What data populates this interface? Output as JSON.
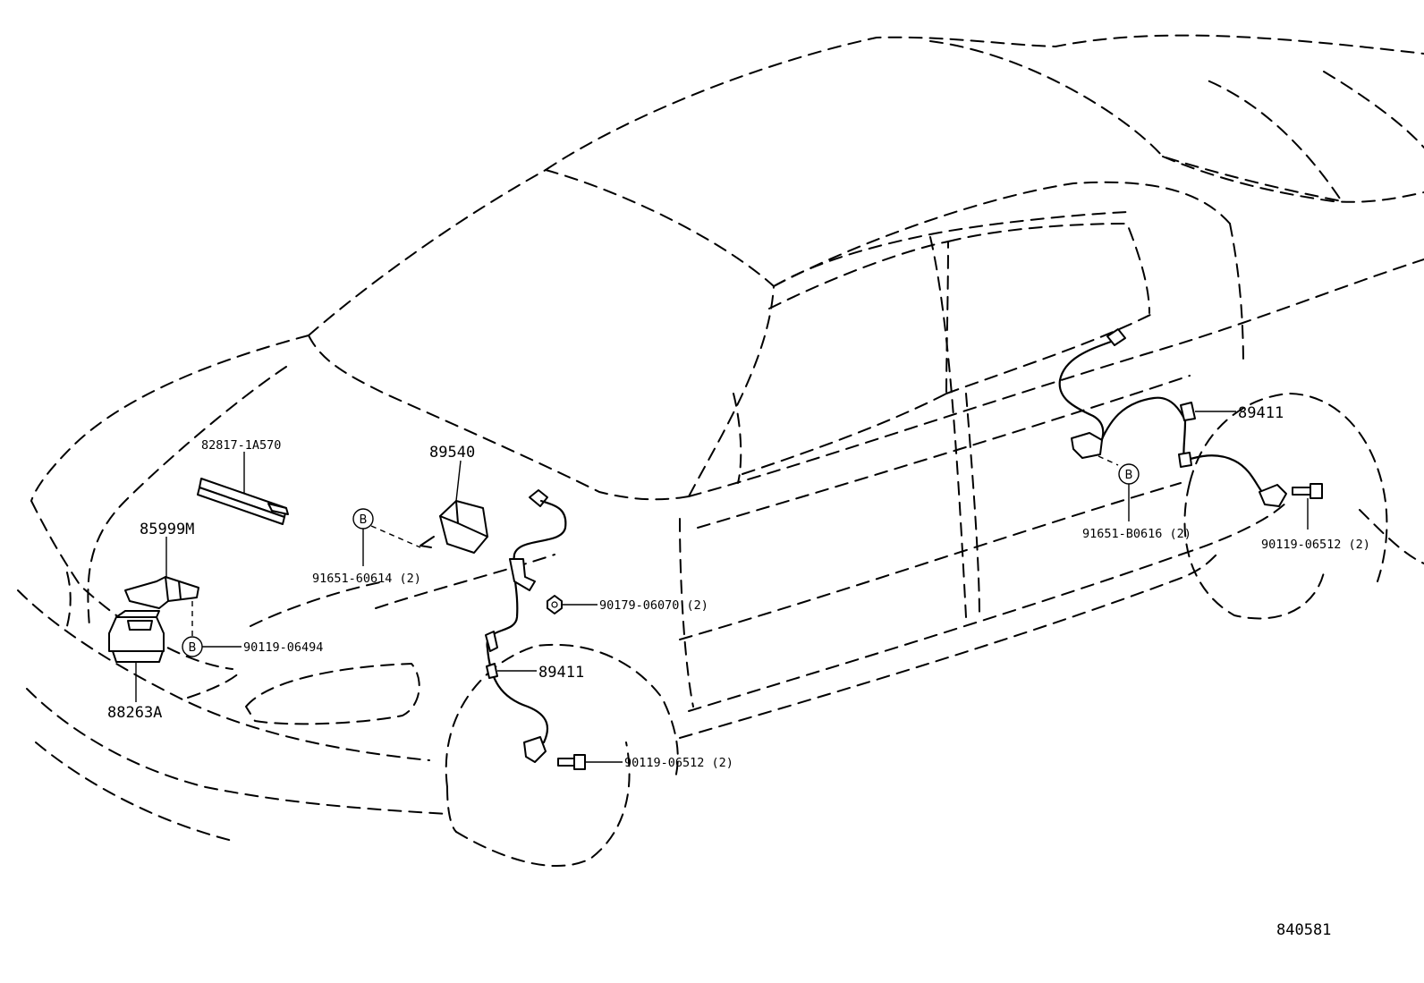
{
  "labels": {
    "p82817": "82817-1A570",
    "p85999": "85999M",
    "p88263": "88263A",
    "p89540": "89540",
    "p91651_60614": "91651-60614 (2)",
    "p90119_06494": "90119-06494",
    "p90179_06070": "90179-06070 (2)",
    "p89411_front": "89411",
    "p90119_06512_front": "90119-06512 (2)",
    "p89411_rear": "89411",
    "p91651_B0616": "91651-B0616 (2)",
    "p90119_06512_rear": "90119-06512 (2)",
    "ref_b": "B",
    "diagram_id": "840581"
  }
}
